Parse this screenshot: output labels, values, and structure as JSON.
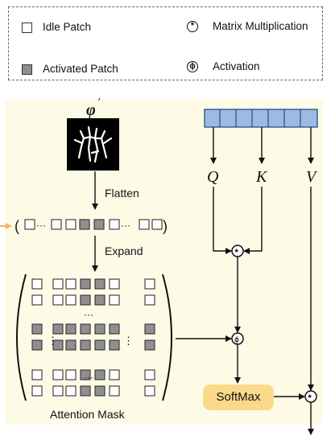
{
  "legend": {
    "idle_label": "Idle Patch",
    "activated_label": "Activated Patch",
    "matmul_label": "Matrix Multiplication",
    "activation_label": "Activation",
    "matmul_symbol": "*",
    "activation_symbol": "ϕ"
  },
  "diagram": {
    "phi_label": "φ",
    "phi_prime": "′",
    "flatten_label": "Flatten",
    "expand_label": "Expand",
    "attention_mask_label": "Attention Mask",
    "q_label": "Q",
    "k_label": "K",
    "v_label": "V",
    "softmax_label": "SoftMax",
    "paren_left": "(",
    "paren_right": ")",
    "ellipsis": "···",
    "vdots": "⋮"
  },
  "colors": {
    "panel_bg": "#fdfbe6",
    "token_fill": "#9bbbe6",
    "activated_fill": "#8f8f8f",
    "softmax_fill": "#fbd98a",
    "arrow_orange": "#f2b56b"
  }
}
